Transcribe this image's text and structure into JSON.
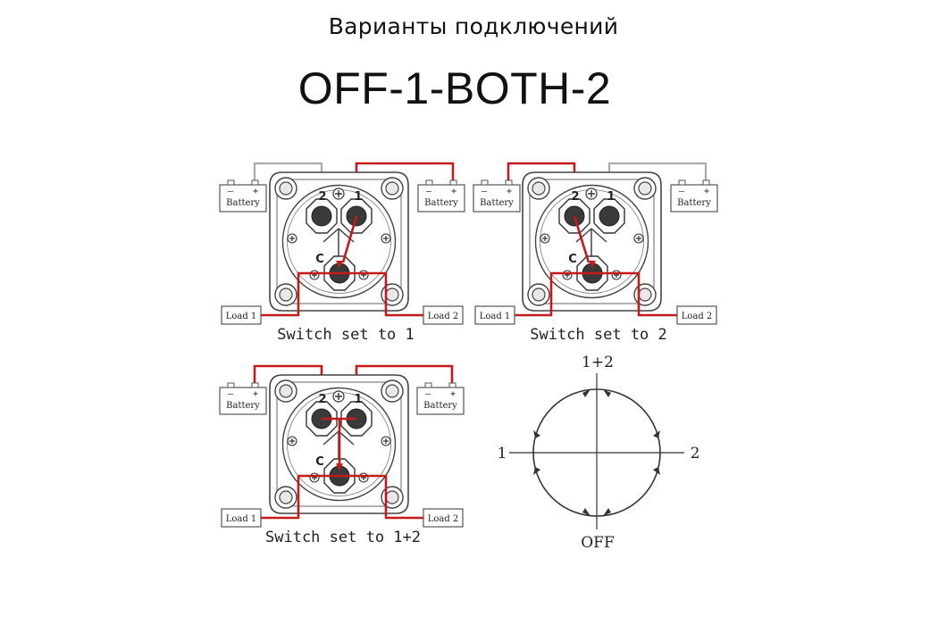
{
  "heading": "Варианты подключений",
  "model": "OFF-1-BOTH-2",
  "labels": {
    "battery": "Battery",
    "load1": "Load 1",
    "load2": "Load 2",
    "minus": "–",
    "plus": "+",
    "terminal1": "1",
    "terminal2": "2",
    "common": "C"
  },
  "diagrams": [
    {
      "caption": "Switch set to 1",
      "active": "1"
    },
    {
      "caption": "Switch set to 2",
      "active": "2"
    },
    {
      "caption": "Switch set to 1+2",
      "active": "both"
    }
  ],
  "dial": {
    "top": "1+2",
    "left": "1",
    "right": "2",
    "bottom": "OFF"
  },
  "colors": {
    "active_wire": "#c61a1a",
    "inactive_wire": "#aaaaaa",
    "outline": "#444444"
  }
}
